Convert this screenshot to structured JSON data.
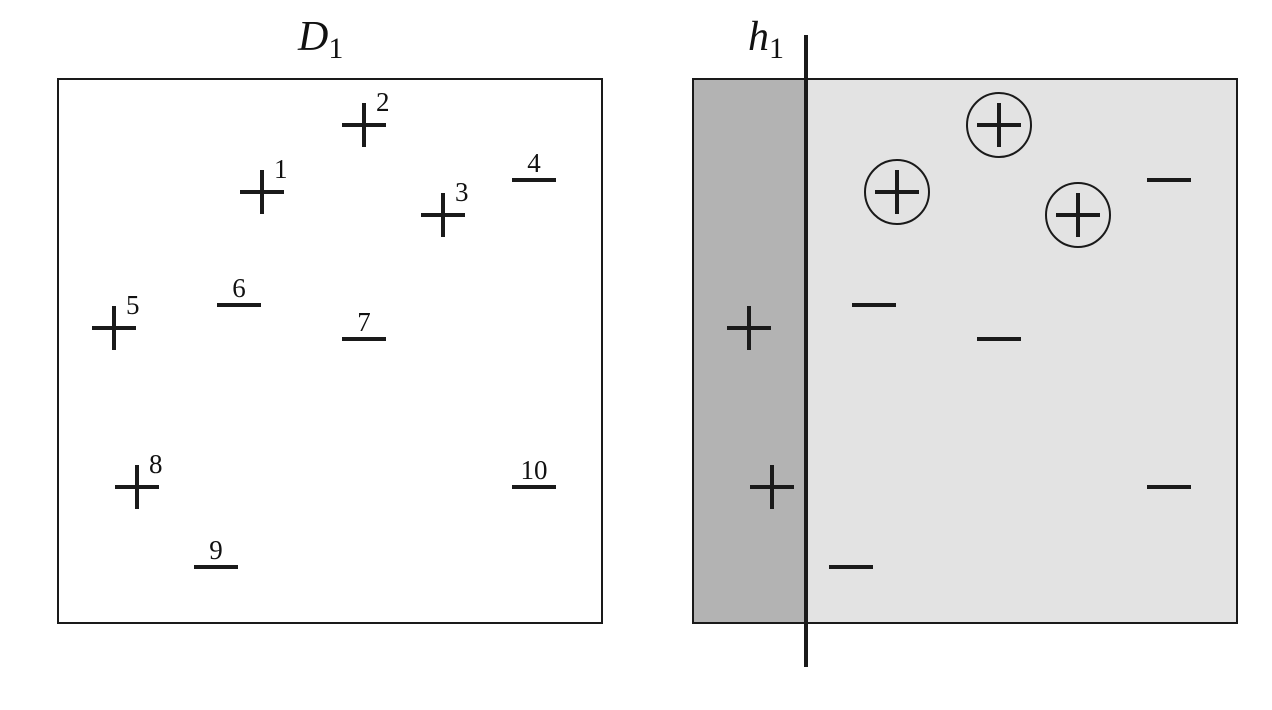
{
  "left_panel": {
    "title": "D",
    "title_subscript": "1",
    "points": [
      {
        "id": "1",
        "sign": "+"
      },
      {
        "id": "2",
        "sign": "+"
      },
      {
        "id": "3",
        "sign": "+"
      },
      {
        "id": "4",
        "sign": "-"
      },
      {
        "id": "5",
        "sign": "+"
      },
      {
        "id": "6",
        "sign": "-"
      },
      {
        "id": "7",
        "sign": "-"
      },
      {
        "id": "8",
        "sign": "+"
      },
      {
        "id": "9",
        "sign": "-"
      },
      {
        "id": "10",
        "sign": "-"
      }
    ]
  },
  "right_panel": {
    "title": "h",
    "title_subscript": "1",
    "misclassified_circled": [
      "1",
      "2",
      "3"
    ],
    "colors": {
      "left_region": "#b3b3b3",
      "right_region": "#e3e3e3"
    }
  }
}
